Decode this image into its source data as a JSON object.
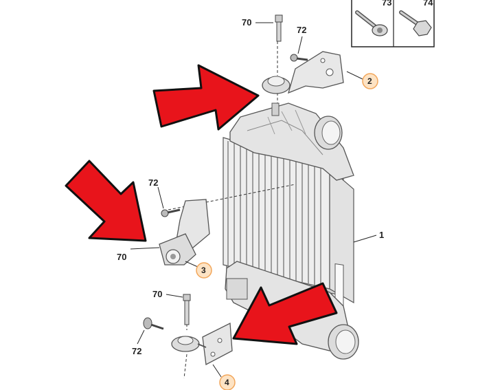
{
  "diagram": {
    "labels": {
      "bolt_top": "70",
      "screw_top": "72",
      "part_2": "2",
      "screw_mid": "72",
      "bolt_mid": "70",
      "part_3": "3",
      "part_1": "1",
      "bolt_bottom": "70",
      "screw_bottom": "72",
      "part_4": "4",
      "inset_73": "73",
      "inset_74": "74"
    },
    "colors": {
      "arrow_fill": "#e8141b",
      "arrow_outline": "#111111",
      "badge_fill": "#fde3c4",
      "badge_stroke": "#f2a65a",
      "part_fill": "#e6e6e6",
      "part_stroke": "#555555"
    }
  }
}
